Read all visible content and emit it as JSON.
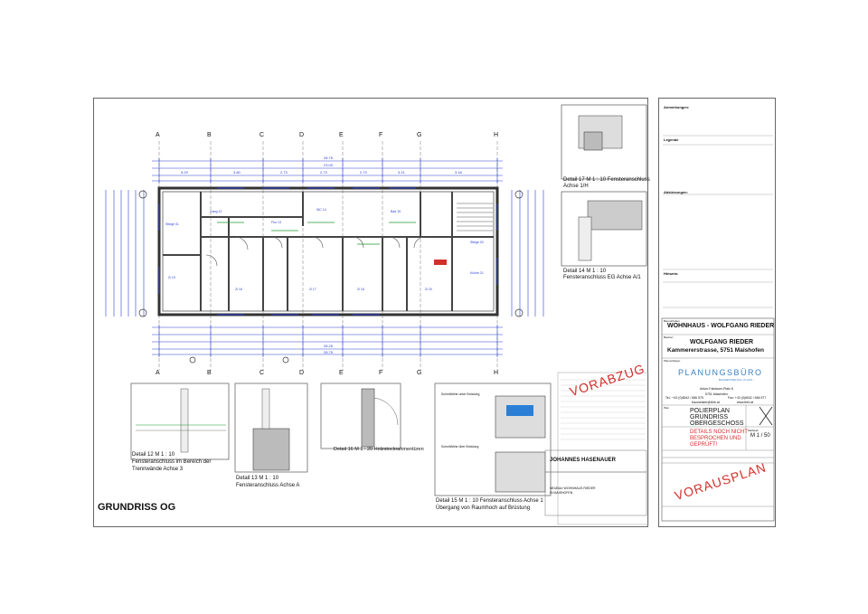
{
  "sheet_title": "GRUNDRISS OG",
  "axes": {
    "top": [
      "A",
      "B",
      "C",
      "D",
      "E",
      "F",
      "G",
      "H"
    ],
    "bottom": [
      "A",
      "B",
      "C",
      "D",
      "E",
      "F",
      "G",
      "H"
    ]
  },
  "dimensions": {
    "top_total": "28.75",
    "top_inner": "23.00",
    "bottom_total": "28.75",
    "bottom_inner": "28.25",
    "segments": [
      "5.29",
      "3.80",
      "2.73",
      "2.73",
      "2.73",
      "3.21",
      "3.18"
    ]
  },
  "rooms": [
    "Stiege 01",
    "Stiege 02",
    "Gang 12",
    "Flur 13",
    "WC 14",
    "Bad 15",
    "Zi 16",
    "Zi 17",
    "Zi 18",
    "Zi 19",
    "Zi 20",
    "Küche 21"
  ],
  "vorabzug_stamp": "VORABZUG",
  "details": {
    "d12": {
      "line1": "Detail  12   M 1 : 10",
      "line2": "Fensteranschluss im Bereich der",
      "line3": "Trennwände Achse 3"
    },
    "d13": {
      "line1": "Detail  13   M 1 : 10",
      "line2": "Fensteranschluss Achse A"
    },
    "d16": {
      "line1": "Detail  16   M 1 : 20  Holzstockrahmentüren"
    },
    "d15": {
      "line1": "Detail  15   M 1 : 10  Fensteranschluss Achse 1",
      "line2": "Übergang von Raumhoch auf Brüstung"
    },
    "d17": {
      "line1": "Detail  17   M 1 : 10  Fensteranschluss",
      "line2": "Achse 1/H"
    },
    "d14": {
      "line1": "Detail  14   M 1 : 10",
      "line2": "Fensteranschluss EG Achse A/1"
    },
    "d15_label_top": "Schnitthöhe unter Brüstung",
    "d15_label_mid": "Schnitthöhe über Brüstung"
  },
  "legend": {
    "heading_notes": "Anmerkungen:",
    "heading_legend": "Legende",
    "heading_abbr": "Abkürzungen:",
    "heading_hinweis": "Hinweis:"
  },
  "company_small": {
    "name": "JOHANNES HASENAUER",
    "project_l1": "NEUBAU WOHNHAUS RIEDER",
    "project_l2": "IN MAISHOFEN"
  },
  "title_block": {
    "bauvorhaben": "WOHNHAUS - WOLFGANG RIEDER",
    "bauherr": "WOLFGANG RIEDER",
    "address": "Kammererstrasse, 5751 Maishofen",
    "office": "PLANUNGSBÜRO",
    "office_sub": "BAUMEISTER ING. KLAUS ...",
    "office_addr1": "Anton-Faistauer-Platz 6",
    "office_addr2": "5751 Maishofen",
    "office_tel": "Tel.: +43 (0)6542 / 686 575",
    "office_fax": "Fax: +43 (0)6542 / 686 577",
    "office_mail": "baumeister@tbrb.at",
    "office_web": "www.tbrb.at",
    "plan_l1": "POLIERPLAN",
    "plan_l2": "GRUNDRISS",
    "plan_l3": "OBERGESCHOSS",
    "warn_l1": "DETAILS NOCH NICHT",
    "warn_l2": "BESPROCHEN UND",
    "warn_l3": "GEPRÜFT!",
    "scale": "M 1 / 50",
    "stamp": "VORAUSPLAN",
    "lbl_bauvorhaben": "Bauvorhaben",
    "lbl_bauherr": "Bauherr",
    "lbl_planverfasser": "Planverfasser",
    "lbl_plan": "Plan",
    "lbl_massstab": "Maßstab"
  },
  "colors": {
    "stamp_red": "#d2302c",
    "dimension_blue": "#2b3fd6",
    "text_green": "#1f9a2f",
    "wall_gray": "#555555"
  }
}
